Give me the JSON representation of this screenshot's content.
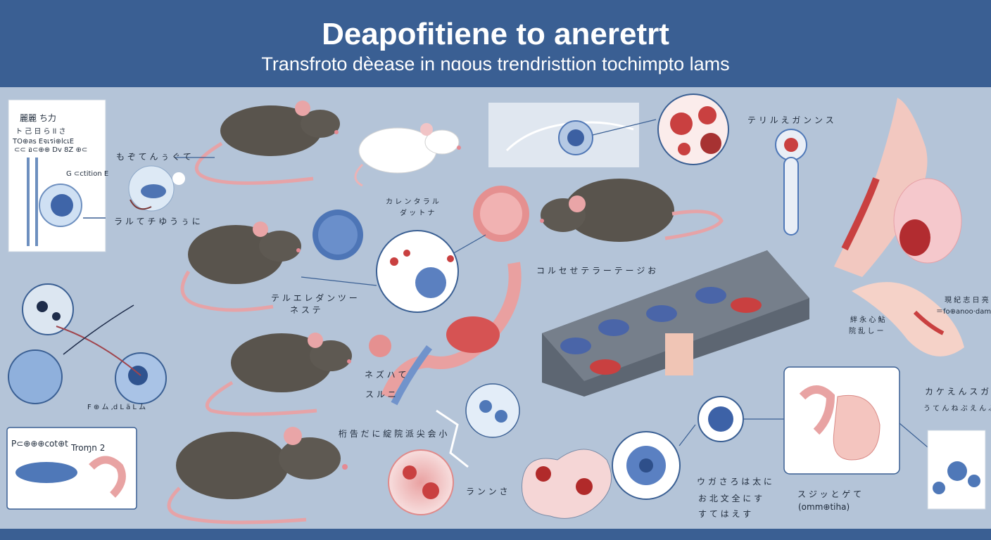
{
  "header": {
    "title": "Deapofitiene to aneretrt",
    "subtitle": "Transfroto dèease in nɑous trendristtion tochimpto lams"
  },
  "labels": {
    "panel_title": "麗麗 ち力",
    "panel_line1": "ト 己 日 ら ll さ",
    "panel_line2": "TO⊕ลs Eจเรi⊕lcเE",
    "panel_line3": "⊂⊂ อ⊂⊕⊕ Dv 8Z ⊕⊂",
    "panel_bottom": "ラ ル て チ ゆ う ぅ に",
    "mouse1_callout": "も ぞ て ん ぅ ぐ て",
    "g_caption": "G ⊂ctition E",
    "mouse_white_a": "カ レ ン タ ラ ル",
    "mouse_white_b": "ダ ッ ト ナ",
    "mouse2_a": "テ ル エ レ ダ ン ツ ー",
    "mouse2_b": "ネ ス テ",
    "network_label": "F ⊕ ム ,d L ä L ム",
    "mouse3_a": "ネ ズ ハ て",
    "mouse3_b": "ス ル ニ",
    "pathway_label": "コ ル セ せ テ ラ ー テ ー ジ お",
    "cell_top_right": "テ リ ル え ガ ン ン ス",
    "right_a1": "現 紀 志 日 亮 社",
    "right_a2": "＝fo⊕anoo·damm",
    "right_b1": "絆 永 心 鮎",
    "right_b2": "院 乱 し ー",
    "sheet_label": "桁 告 だ に 綻 院 派 尖 会 小",
    "dish_label": "ラ ン ン さ",
    "bot_mid_a": "ウ ガ さ ろ は 太 に",
    "bot_mid_b": "お 北 文 全 に す",
    "bot_mid_c": "す て は え す",
    "bot_right_a": "ス ジ ッ と ゲ て",
    "bot_right_b": "(omm⊕tiha)",
    "far_right_a": "カ ケ え ん ス ガ と",
    "far_right_b": "う て ん ね ぶ え ん ぶ",
    "proc_left": "P⊂⊕⊕⊕cot⊕t",
    "proc_right": "Troɱn 2"
  }
}
